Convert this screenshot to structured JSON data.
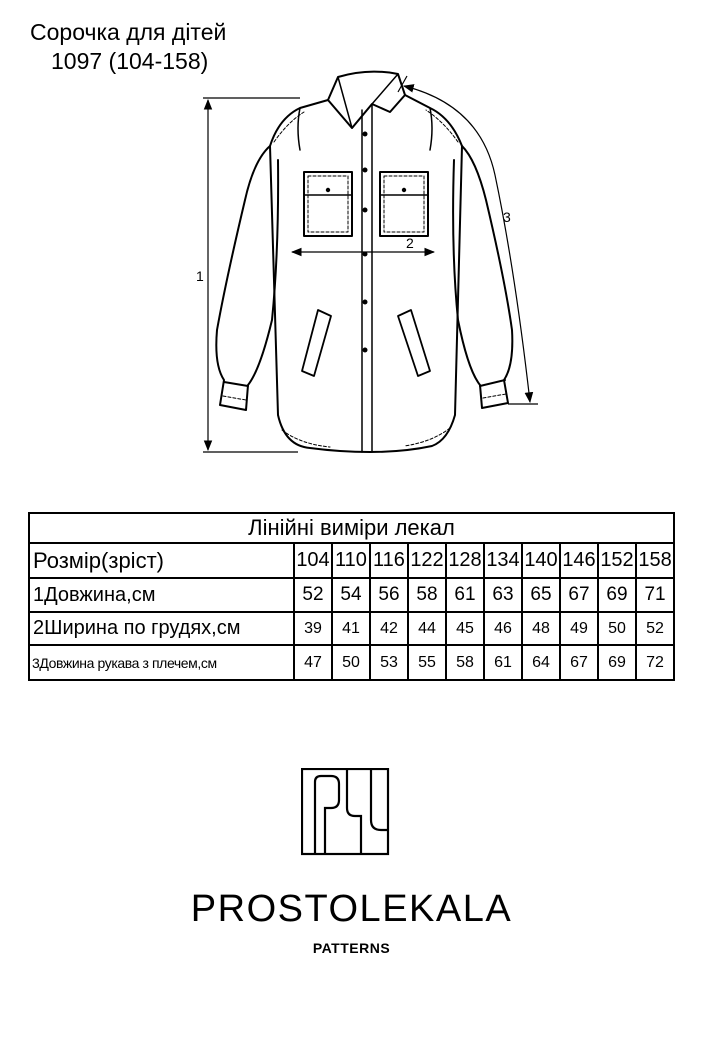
{
  "header": {
    "title_line1": "Сорочка для дітей",
    "title_line2": "1097 (104-158)"
  },
  "drawing": {
    "dim_labels": {
      "length": "1",
      "chest": "2",
      "sleeve": "3"
    }
  },
  "table": {
    "title": "Лінійні виміри лекал",
    "size_label": "Розмір(зріст)",
    "sizes": [
      "104",
      "110",
      "116",
      "122",
      "128",
      "134",
      "140",
      "146",
      "152",
      "158"
    ],
    "rows": [
      {
        "label": "1Довжина,см",
        "values": [
          "52",
          "54",
          "56",
          "58",
          "61",
          "63",
          "65",
          "67",
          "69",
          "71"
        ]
      },
      {
        "label": "2Ширина по грудях,см",
        "values": [
          "39",
          "41",
          "42",
          "44",
          "45",
          "46",
          "48",
          "49",
          "50",
          "52"
        ]
      },
      {
        "label": "3Довжина рукава з плечем,см",
        "values": [
          "47",
          "50",
          "53",
          "55",
          "58",
          "61",
          "64",
          "67",
          "69",
          "72"
        ]
      }
    ]
  },
  "brand": {
    "name": "PROSTOLEKALA",
    "tagline": "PATTERNS"
  }
}
